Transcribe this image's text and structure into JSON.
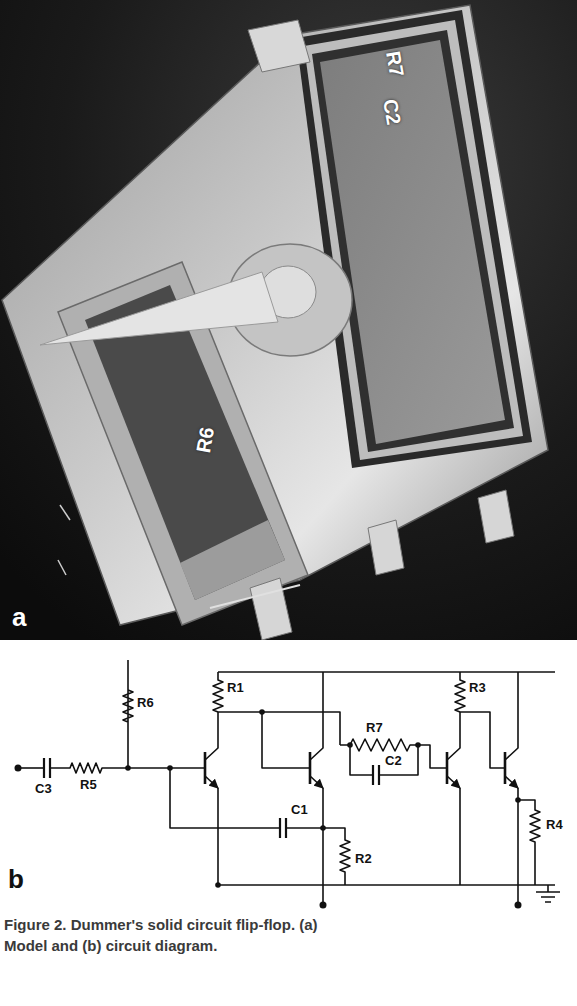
{
  "diagram": {
    "caption": "Figure 2. Dummer's solid circuit flip-flop. (a) Model and (b) circuit diagram.",
    "labels": [
      "R6",
      "R7",
      "C2",
      "a",
      "C3",
      "R5",
      "R6",
      "R1",
      "R7",
      "R3",
      "C2",
      "C1",
      "R2",
      "R4",
      "b"
    ]
  }
}
